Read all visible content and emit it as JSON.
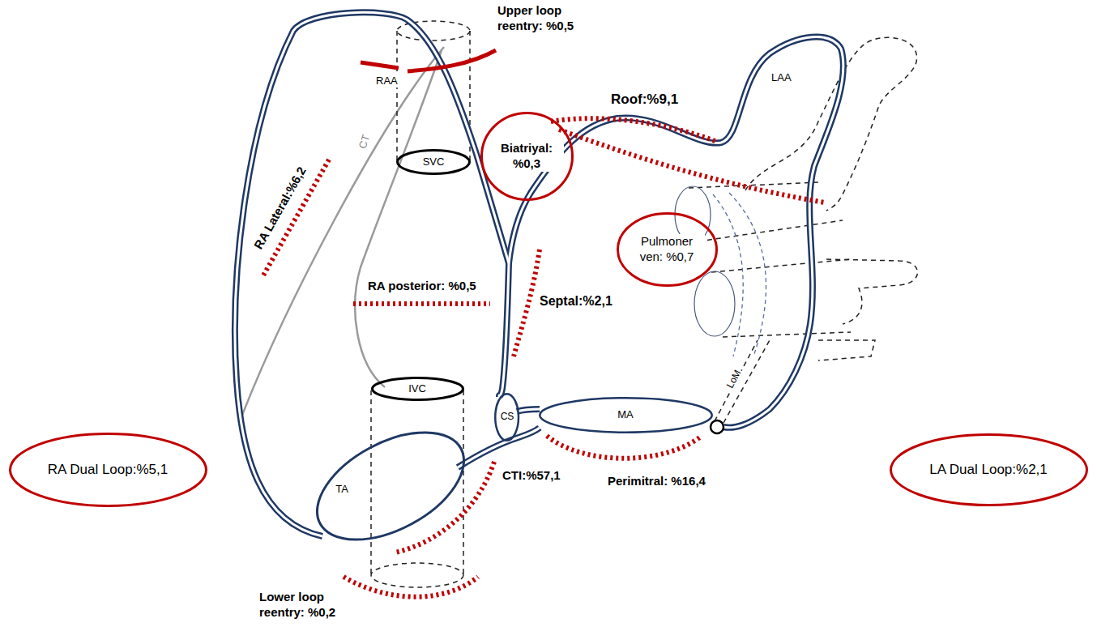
{
  "diagram": {
    "nodes": [
      {
        "text": [
          "Biatriyal: %0,3"
        ]
      },
      {
        "text": [
          "SVC"
        ]
      },
      {
        "text": [
          "Pulmoner ven: %0,7"
        ]
      },
      {
        "text": [
          "IVC"
        ]
      },
      {
        "text": [
          "CS"
        ]
      },
      {
        "text": [
          "MA"
        ]
      },
      {
        "text": [
          "RA Dual Loop:%5,1"
        ]
      },
      {
        "text": [
          "LA Dual Loop:%2,1"
        ]
      },
      {
        "text": [
          "TA"
        ]
      }
    ],
    "labels": [
      "Upper loop reentry: %0,5",
      "RAA",
      "Roof:%9,1",
      "LAA",
      "CT",
      "RA Lateral:%6,2",
      "RA posterior: %0,5",
      "Septal:%2,1",
      "LoM",
      "CTI:%57,1",
      "Perimitral: %16,4",
      "Lower loop reentry: %0,2"
    ]
  }
}
